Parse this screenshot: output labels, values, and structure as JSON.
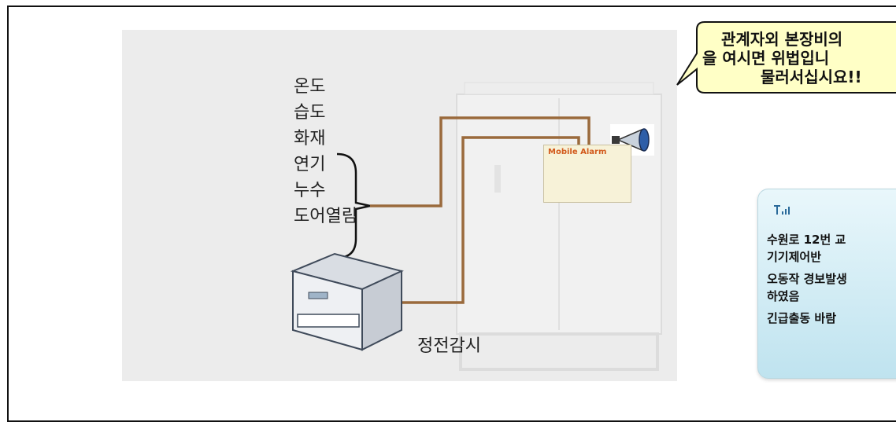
{
  "sensors": [
    "온도",
    "습도",
    "화재",
    "연기",
    "누수",
    "도어열림"
  ],
  "power_monitor_label": "정전감시",
  "alarm_device_label": "Mobile Alarm",
  "callout": {
    "lines": [
      "관계자외 본장비의",
      "을 여시면 위법입니",
      "물러서십시요!!"
    ]
  },
  "phone": {
    "signal_icon": "signal-bars-icon",
    "messages": [
      "수원로 12번 교",
      "기기제어반",
      "오동작 경보발생",
      "하였음",
      "긴급출동 바람"
    ]
  },
  "colors": {
    "wire": "#9a6a3c",
    "callout_fill": "#ffffc6",
    "phone_bg": "#d6eef5"
  }
}
